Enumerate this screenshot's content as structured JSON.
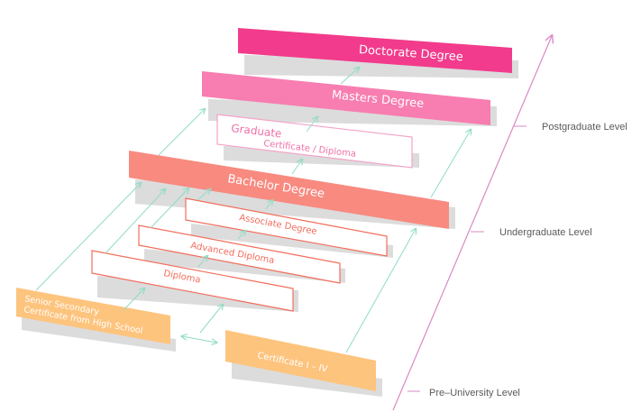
{
  "levels": {
    "postgraduate": "Postgraduate Level",
    "undergraduate": "Undergraduate Level",
    "pre_university": "Pre–University Level"
  },
  "qualifications": {
    "doctorate": "Doctorate Degree",
    "masters": "Masters Degree",
    "graduate_line1": "Graduate",
    "graduate_line2": "Certificate / Diploma",
    "bachelor": "Bachelor Degree",
    "associate": "Associate Degree",
    "advanced_diploma": "Advanced Diploma",
    "diploma": "Diploma",
    "senior_secondary_line1": "Senior Secondary",
    "senior_secondary_line2": "Certificate from High School",
    "certificate": "Certificate I – IV"
  },
  "colors": {
    "doctorate": "#f23b8c",
    "masters": "#f87db0",
    "graduate_outline": "#f4a3c8",
    "bachelor": "#f88a80",
    "undergrad_outline": "#f26d5b",
    "pre_university": "#fdc47e",
    "arrow": "#8fdcc4",
    "axis": "#d889c4",
    "shadow": "#dcdcdc"
  }
}
